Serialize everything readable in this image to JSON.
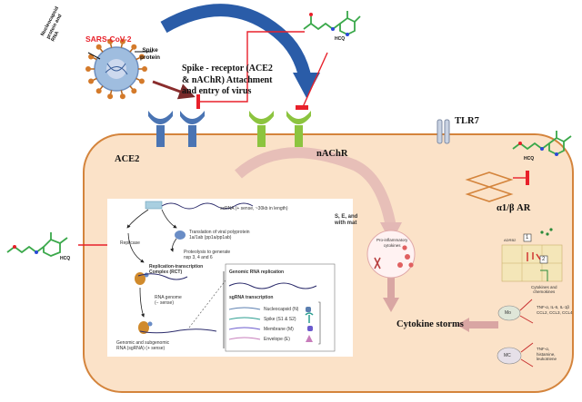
{
  "virus": {
    "name": "SARS-CoV-2",
    "nucleocapsid_label": "Nucleocapsid\nprotein and\nRNA",
    "spike_label": "Spike\nprotein"
  },
  "drug": {
    "label": "HCQ"
  },
  "labels": {
    "attachment": "Spike - receptor (ACE2\n& nAChR) Attachment\nand entry of virus",
    "ace2": "ACE2",
    "nachr": "nAChR",
    "tlr7": "TLR7",
    "alpha_beta_ar": "α1/β AR",
    "cytokine_storms": "Cytokine storms"
  },
  "replication": {
    "ssrna": "ssRNA (+ sense, ~30kb in length)",
    "translation": "Translation of viral polyprotein\n1a/1ab (pp1a/pp1ab)",
    "replicase": "Replicase",
    "proteolysis": "Proteolysis to generate\nnsp 3, 4 and 6",
    "rtc": "Replication-transcription\nComplex (RCT)",
    "rna_genome": "RNA genome\n(− sense)",
    "subgenomic": "Genomic and subgenomic\nRNA (sgRNA) (+ sense)",
    "genomic_replication": "Genomic RNA replication",
    "sgrna_transcription": "sgRNA transcription",
    "proteins": [
      {
        "label": "Nucleocapsid (N)",
        "color": "#5b7fb0"
      },
      {
        "label": "Spike (S1 & S2)",
        "color": "#2a9d8f"
      },
      {
        "label": "Membrane (M)",
        "color": "#6a5acd"
      },
      {
        "label": "Envelope (E)",
        "color": "#c77dbb"
      }
    ],
    "sem_cut": "S, E, and\nwith mat"
  },
  "pro_inflammatory": "Pro-inflammatory\ncytokines",
  "ar_panel": {
    "adrb2": "ADRB2",
    "box1": "1",
    "box2": "2",
    "cytokines_chemokines": "Cytokines and\nchemokines"
  },
  "immune": {
    "mo": "Mo",
    "mc": "MC",
    "mo_out": "TNF-α, IL-6, IL-1β\nCCL2, CCL3, CCL4",
    "mc_out": "TNF-α,\nhistamine,\nleukotriene"
  },
  "colors": {
    "cell_fill": "#fbe2c8",
    "cell_border": "#d4843c",
    "ace2_receptor": "#4a74b3",
    "nachr_receptor": "#8cc43f",
    "inhibitor": "#e8202a",
    "arrow_blue": "#2a5ca8",
    "arrow_pink": "#e3b8b5"
  }
}
